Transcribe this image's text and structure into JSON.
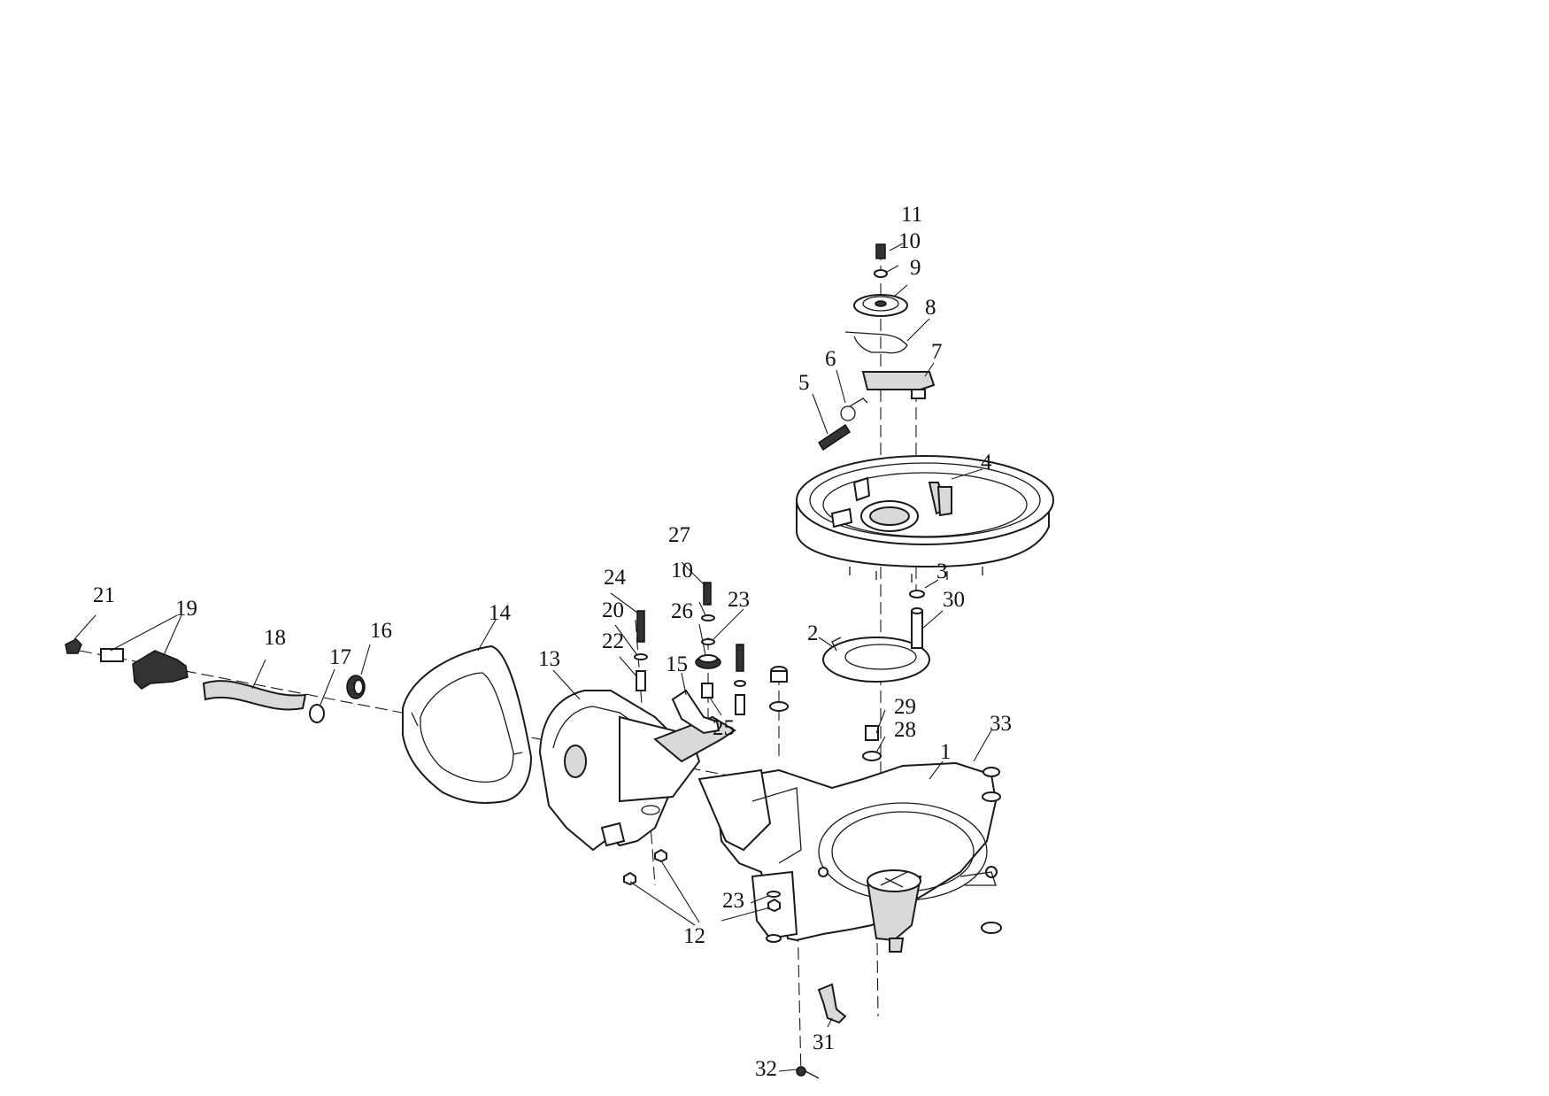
{
  "callouts": [
    "1",
    "2",
    "3",
    "4",
    "5",
    "6",
    "7",
    "8",
    "9",
    "10",
    "10",
    "11",
    "12",
    "13",
    "14",
    "15",
    "16",
    "17",
    "18",
    "19",
    "20",
    "21",
    "22",
    "23",
    "23",
    "24",
    "25",
    "26",
    "27",
    "28",
    "29",
    "30",
    "31",
    "32",
    "33"
  ]
}
